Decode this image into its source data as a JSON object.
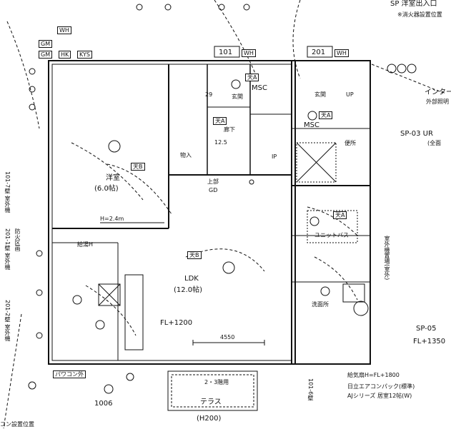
{
  "header": {
    "sp_top": "SP 洋室出入口",
    "fire_detector_note": "※消火器設置位置",
    "sp03": "SP-03 UR",
    "sp03_sub": "(全面",
    "intercom": "インター",
    "outer_wall": "外部照明"
  },
  "meter_boxes": [
    "WH",
    "GM",
    "GM",
    "HK",
    "KYS"
  ],
  "unit_numbers": [
    "101",
    "201"
  ],
  "wh_labels": [
    "WH",
    "WH"
  ],
  "rooms": {
    "western": "洋室",
    "western_size": "(6.0帖)",
    "ldk": "LDK",
    "ldk_size": "(12.0帖)",
    "msc_1": "MSC",
    "msc_2": "MSC",
    "entrance_1": "玄関",
    "entrance_2": "玄関",
    "hall": "廊下",
    "storage": "物入",
    "unit_bath": "ユニットバス",
    "washroom": "洗面所",
    "toilet": "便所",
    "kitchen": "給湯H",
    "terrace": "テラス",
    "terrace_area": "2・3階用"
  },
  "ceiling_labels": [
    "天B",
    "天A",
    "天A",
    "天B",
    "天A",
    "天A"
  ],
  "annotations": {
    "h24": "H=2.4m",
    "fl1200": "FL+1200",
    "fl1350": "FL+1350",
    "gd": "GD",
    "upper": "上部",
    "sp05": "SP-05",
    "vent_height": "給気扇H=FL+1800",
    "aircon_1": "日立エアコンパック(標準)",
    "aircon_2": "AJシリーズ 居室12帖(W)",
    "aircon_outdoor": "パワコン外",
    "dim_4550": "4550",
    "h200": "(H200)",
    "num_1006": "1006",
    "bottom_left": "コン設置位置",
    "num_125": "12.5",
    "d_up": "UP",
    "d_ip": "IP",
    "num_29": "29"
  },
  "left_side": {
    "label_1": "101-7壁 室外機",
    "label_2": "201-1壁 室外機",
    "label_3": "201-2壁 室外機",
    "label_4": "防火区画",
    "label_5": "101-6壁"
  },
  "right_side": {
    "label_1": "室外機置場(室外)"
  }
}
